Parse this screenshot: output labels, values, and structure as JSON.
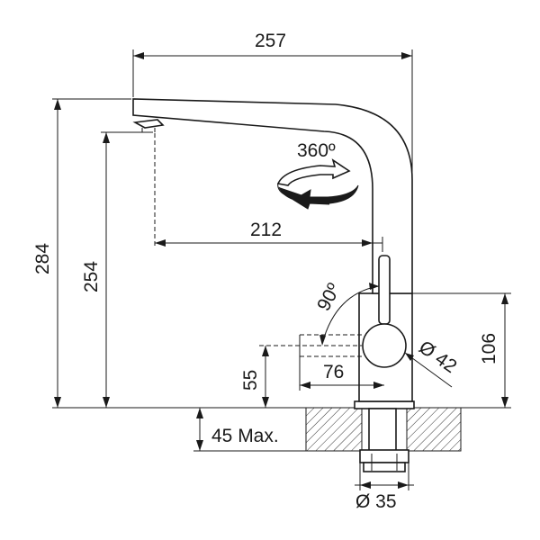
{
  "dimensions": {
    "overall_width": "257",
    "overall_height": "284",
    "spout_height": "254",
    "spout_reach": "212",
    "lever_height": "106",
    "body_diameter": "Ø 42",
    "lever_length": "76",
    "lever_axis_height": "55",
    "counter_thickness": "45 Max.",
    "hole_diameter": "Ø 35"
  },
  "angles": {
    "swivel": "360º",
    "lever": "90º"
  },
  "colors": {
    "line": "#1a1a1a",
    "background": "#ffffff"
  }
}
